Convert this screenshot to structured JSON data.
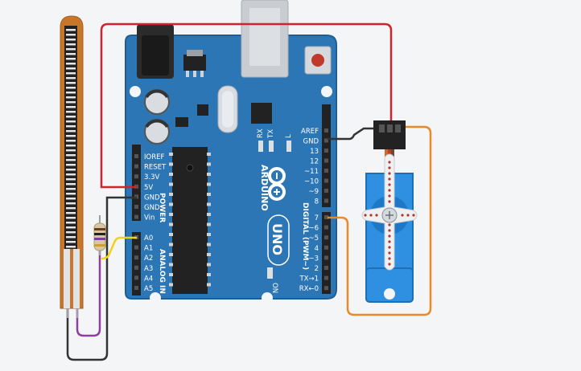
{
  "board": {
    "brand": "ARDUINO",
    "model": "UNO",
    "on_label": "ON",
    "rx_label": "RX",
    "tx_label": "TX",
    "l_label": "L",
    "power_header": "POWER",
    "analog_header": "ANALOG IN",
    "digital_header": "DIGITAL (PWM~)",
    "power_pins": [
      "IOREF",
      "RESET",
      "3.3V",
      "5V",
      "GND",
      "GND",
      "Vin"
    ],
    "analog_pins": [
      "A0",
      "A1",
      "A2",
      "A3",
      "A4",
      "A5"
    ],
    "digital_upper_pins": [
      "AREF",
      "GND",
      "13",
      "12",
      "~11",
      "~10",
      "~9",
      "8"
    ],
    "digital_lower_pins": [
      "7",
      "~6",
      "~5",
      "4",
      "~3",
      "2",
      "TX→1",
      "RX←0"
    ]
  },
  "components": {
    "flex_sensor": "flex sensor",
    "resistor": "resistor",
    "servo": "micro servo"
  },
  "colors": {
    "board": "#2d76b5",
    "board_edge": "#1f5e95",
    "wire_red": "#d1232f",
    "wire_black": "#333333",
    "wire_orange": "#e8892a",
    "wire_yellow": "#f0d21b",
    "wire_purple": "#8e3e9e",
    "servo_body": "#2f8fe0",
    "flex_body": "#c8772a"
  }
}
